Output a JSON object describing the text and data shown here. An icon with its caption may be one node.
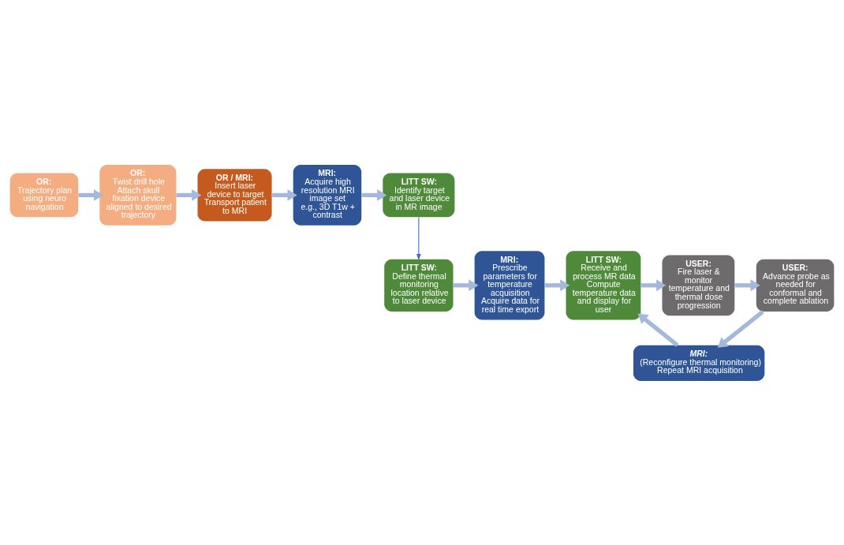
{
  "diagram": {
    "nodes": [
      {
        "text": [
          "OR:",
          "Trajectory plan using neuro navigation"
        ]
      },
      {
        "text": [
          "OR:",
          "Twist drill hole",
          "Attach skull fixation device aligned to desired trajectory"
        ]
      },
      {
        "text": [
          "OR / MRI:",
          "Insert laser device to target",
          "Transport patient to MRI"
        ]
      },
      {
        "text": [
          "MRI:",
          "Acquire high resolution MRI image set",
          "e.g., 3D T1w + contrast"
        ]
      },
      {
        "text": [
          "LITT SW:",
          "Identify target and laser device in MR image"
        ]
      },
      {
        "text": [
          "LITT SW:",
          "Define thermal monitoring location relative to laser device"
        ]
      },
      {
        "text": [
          "MRI:",
          "Prescribe parameters for temperature acquisition",
          "Acquire data for real time export"
        ]
      },
      {
        "text": [
          "LITT SW:",
          "Receive and process MR data",
          "Compute temperature data and display for user"
        ]
      },
      {
        "text": [
          "USER:",
          "Fire laser & monitor temperature and thermal dose progression"
        ]
      },
      {
        "text": [
          "USER:",
          "Advance probe as needed for conformal and complete ablation"
        ]
      },
      {
        "text": [
          "MRI:",
          "(Reconfigure thermal monitoring) Repeat MRI acquisition"
        ]
      }
    ],
    "edges": [
      {
        "from": 0,
        "to": 1,
        "arrow": "to"
      },
      {
        "from": 1,
        "to": 2,
        "arrow": "to"
      },
      {
        "from": 2,
        "to": 3,
        "arrow": "to"
      },
      {
        "from": 3,
        "to": 4,
        "arrow": "to"
      },
      {
        "from": 4,
        "to": 5,
        "arrow": "to",
        "color": "#4472c4"
      },
      {
        "from": 5,
        "to": 6,
        "arrow": "to"
      },
      {
        "from": 6,
        "to": 7,
        "arrow": "to"
      },
      {
        "from": 7,
        "to": 8,
        "arrow": "to"
      },
      {
        "from": 8,
        "to": 9,
        "arrow": "to"
      },
      {
        "from": 9,
        "to": 10,
        "arrow": "to"
      },
      {
        "from": 10,
        "to": 7,
        "arrow": "to"
      }
    ]
  }
}
